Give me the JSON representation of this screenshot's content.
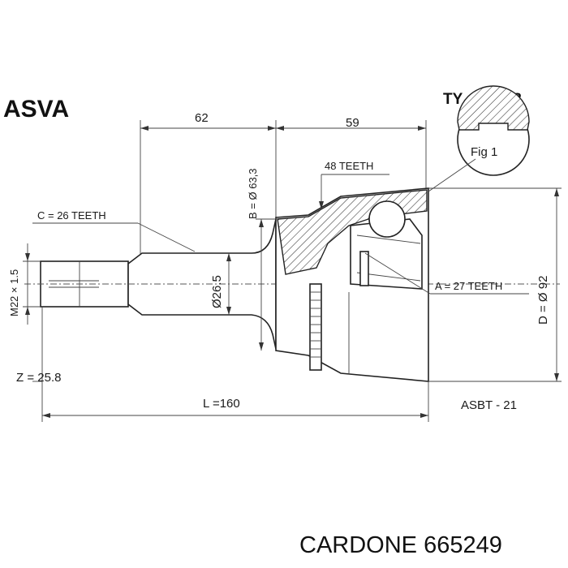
{
  "header": {
    "brand": "ASVA",
    "part_number": "TY - 61A48"
  },
  "figure": {
    "fig_label": "Fig 1"
  },
  "dimensions": {
    "outer_length": "62",
    "inner_length": "59",
    "bearing_dia": "B = Ø 63,3",
    "outer_teeth": "48 TEETH",
    "c_teeth": "C = 26 TEETH",
    "thread": "M22 × 1.5",
    "shaft_dia": "Ø26.5",
    "a_teeth": "A = 27 TEETH",
    "housing_dia": "D = Ø 92",
    "z": "Z = 25.8",
    "total_length": "L =160",
    "abs_ring": "ASBT - 21"
  },
  "footer": {
    "text": "CARDONE 665249"
  }
}
